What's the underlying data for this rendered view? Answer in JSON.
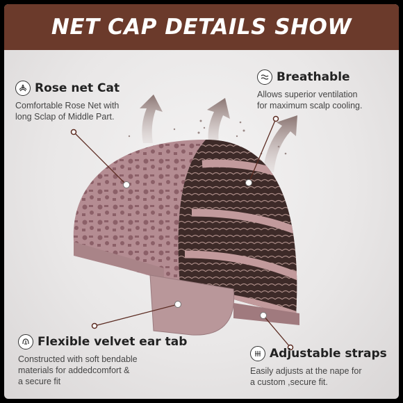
{
  "banner": {
    "title": "NET CAP DETAILS SHOW"
  },
  "features": {
    "rose": {
      "title": "Rose net Cat",
      "desc1": "Comfortable Rose Net with",
      "desc2": "long Sclap of Middle Part.",
      "icon": "rose-net-icon"
    },
    "breathable": {
      "title": "Breathable",
      "desc1": "Allows superior ventilation",
      "desc2": "for maximum scalp cooling.",
      "icon": "breathable-icon"
    },
    "ear": {
      "title": "Flexible velvet ear tab",
      "desc1": "Constructed with soft bendable",
      "desc2": "materials for addedcomfort &",
      "desc3": "a secure fit",
      "icon": "ear-tab-icon"
    },
    "straps": {
      "title": "Adjustable straps",
      "desc1": "Easily adjusts at the nape for",
      "desc2": "a custom ,secure fit.",
      "icon": "strap-icon"
    }
  },
  "colors": {
    "banner": "#6b3a2b",
    "cap_pink": "#b48c92",
    "cap_dark": "#4a3430",
    "arrow": "#8a7572",
    "leader": "#5a2a20"
  }
}
